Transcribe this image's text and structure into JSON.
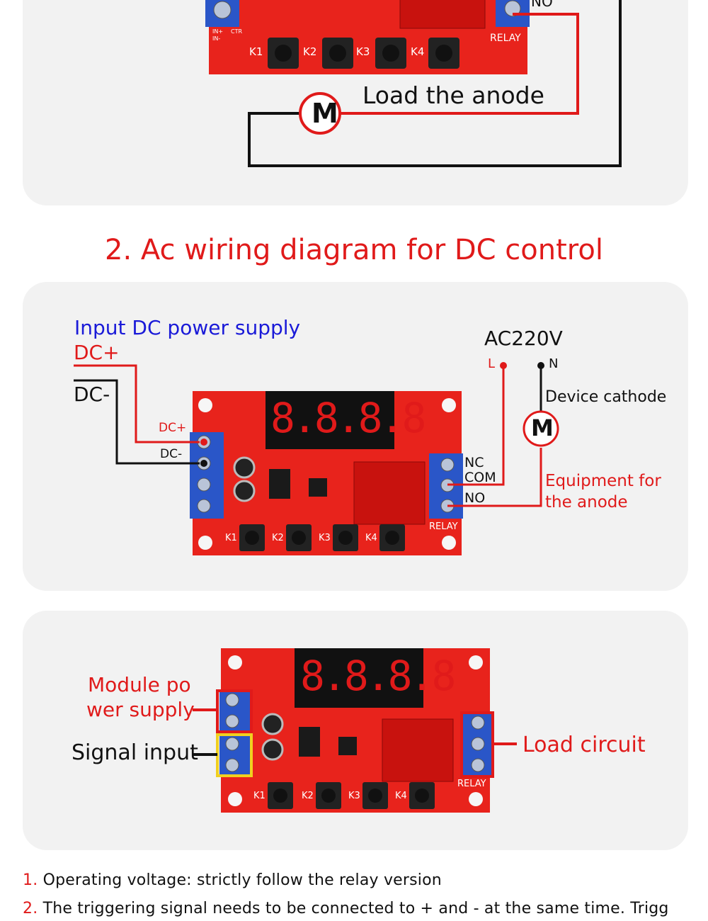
{
  "section1": {
    "motor_symbol": "M",
    "load_label": "Load the anode",
    "terminal_no": "NO",
    "relay_label": "RELAY",
    "keys": [
      "K1",
      "K2",
      "K3",
      "K4"
    ],
    "pin_labels": [
      "IN+",
      "IN-",
      "CTR"
    ]
  },
  "section2": {
    "title": "2. Ac wiring diagram for DC control",
    "input_dc": "Input DC power supply",
    "dc_plus": "DC+",
    "dc_minus": "DC-",
    "board_dc_plus": "DC+",
    "board_dc_minus": "DC-",
    "ac_label": "AC220V",
    "line_l": "L",
    "line_n": "N",
    "device_cathode": "Device cathode",
    "motor_symbol": "M",
    "equipment_anode_1": "Equipment for",
    "equipment_anode_2": "the anode",
    "nc": "NC",
    "com": "COM",
    "no": "NO",
    "relay_label": "RELAY",
    "keys": [
      "K1",
      "K2",
      "K3",
      "K4"
    ],
    "display": "8.8.8.8"
  },
  "section3": {
    "module_power_1": "Module po",
    "module_power_2": "wer supply",
    "signal_input": "Signal input",
    "load_circuit": "Load circuit",
    "relay_label": "RELAY",
    "keys": [
      "K1",
      "K2",
      "K3",
      "K4"
    ],
    "display": "8.8.8.8"
  },
  "notes": [
    {
      "num": "1.",
      "text": "Operating voltage: strictly follow the relay version"
    },
    {
      "num": "2.",
      "text": "The triggering signal needs to be connected to + and - at the same time. Trigg"
    }
  ],
  "colors": {
    "red": "#e01a1a",
    "blue": "#1a1ad8",
    "board": "#e8231c",
    "terminal": "#2a56c8",
    "panel": "#f2f2f2"
  }
}
